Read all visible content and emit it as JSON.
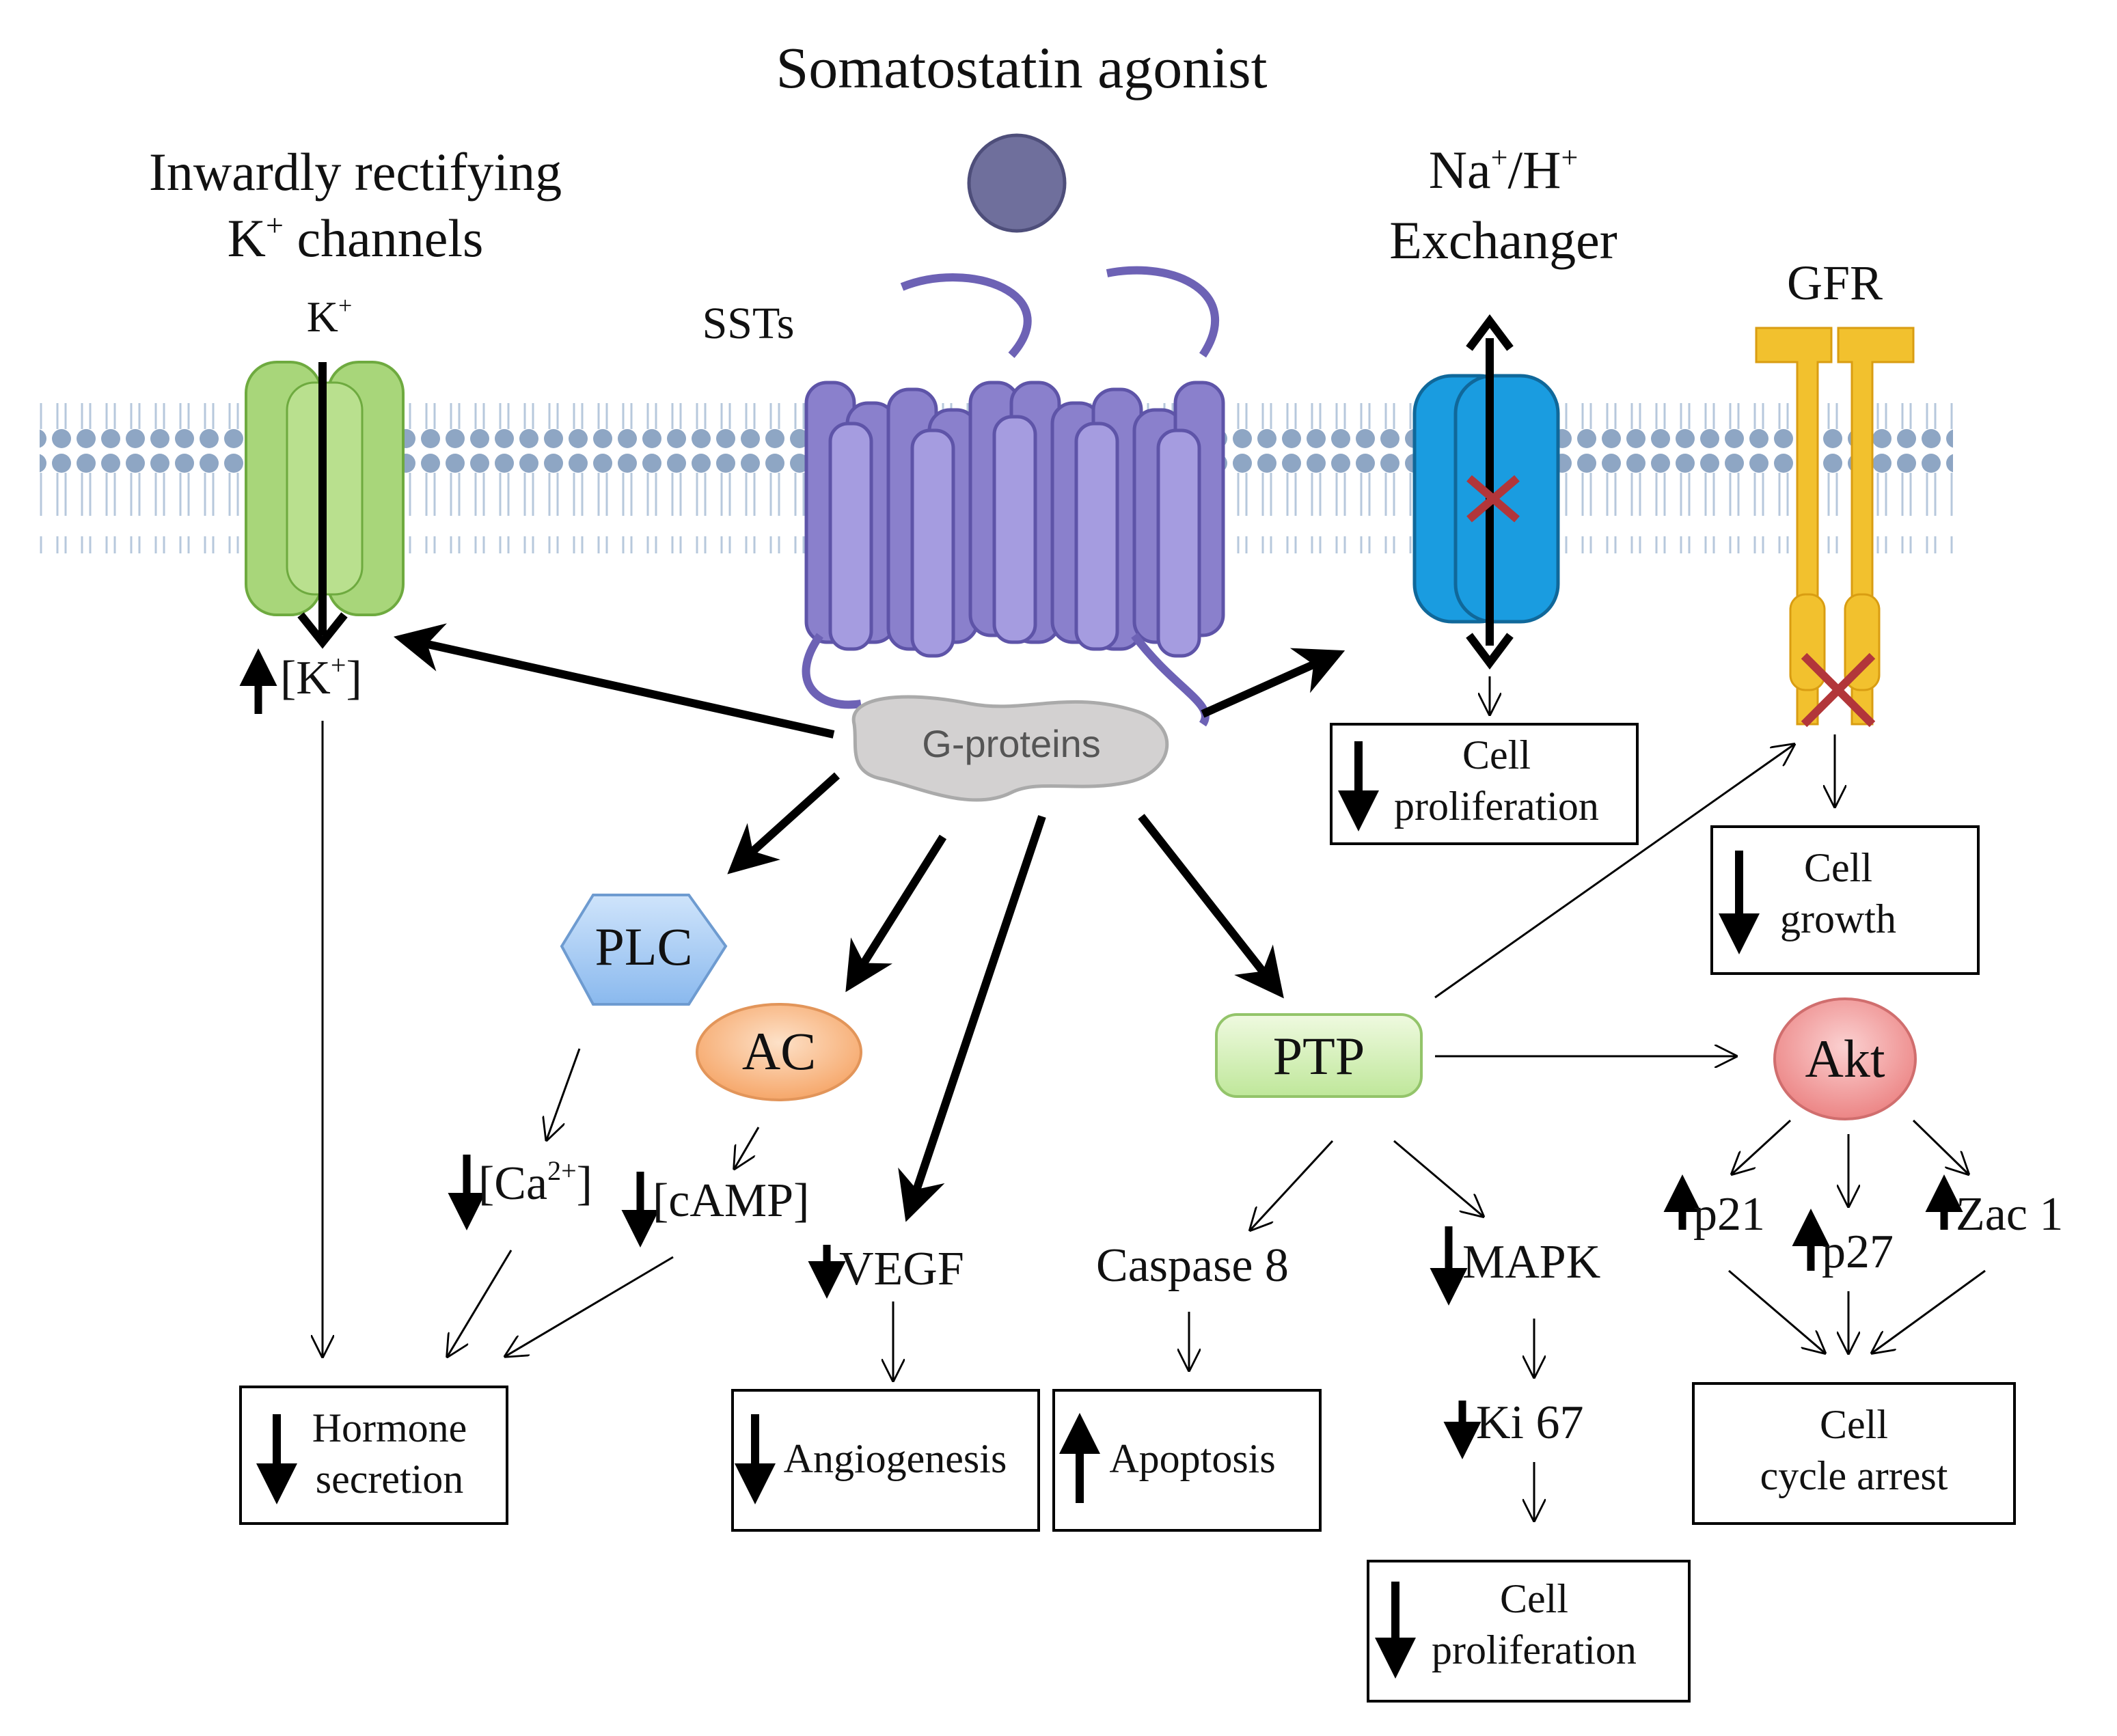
{
  "title": "Somatostatin agonist",
  "labels": {
    "kchan_line1": "Inwardly rectifying",
    "kchan_line2_k": "K",
    "kchan_line2_sup": "+",
    "kchan_line2_rest": " channels",
    "kion": "K",
    "kion_sup": "+",
    "ssts": "SSTs",
    "nhe_na": "Na",
    "nhe_sup1": "+",
    "nhe_h": "/H",
    "nhe_sup2": "+",
    "nhe_line2": "Exchanger",
    "gfr": "GFR",
    "gproteins": "G-proteins",
    "kconc_open": "[K",
    "kconc_sup": "+",
    "kconc_close": "]",
    "plc": "PLC",
    "ac": "AC",
    "ptp": "PTP",
    "akt": "Akt",
    "ca_open": "[Ca",
    "ca_sup": "2+",
    "ca_close": "]",
    "camp": "[cAMP]",
    "vegf": "VEGF",
    "caspase": "Caspase 8",
    "mapk": "MAPK",
    "ki67": "Ki 67",
    "p21": "p21",
    "p27": "p27",
    "zac1": "Zac 1"
  },
  "boxes": {
    "nhe_prolif_1": "Cell",
    "nhe_prolif_2": "proliferation",
    "growth_1": "Cell",
    "growth_2": "growth",
    "hormone_1": "Hormone",
    "hormone_2": "secretion",
    "angio": "Angiogenesis",
    "apoptosis": "Apoptosis",
    "prolif2_1": "Cell",
    "prolif2_2": "proliferation",
    "arrest_1": "Cell",
    "arrest_2": "cycle arrest"
  },
  "colors": {
    "kchannel": "#a8d67a",
    "ssts": "#8a80cc",
    "agonist": "#6f6f9c",
    "nhe": "#1a9ce0",
    "gfr": "#f2c12e",
    "gproteins": "#d3d1d1",
    "plc": "#9fc8f2",
    "ac": "#f8bd8c",
    "ptp": "#d6f0b4",
    "akt": "#f3a5a5",
    "block_x": "#b2363a"
  }
}
